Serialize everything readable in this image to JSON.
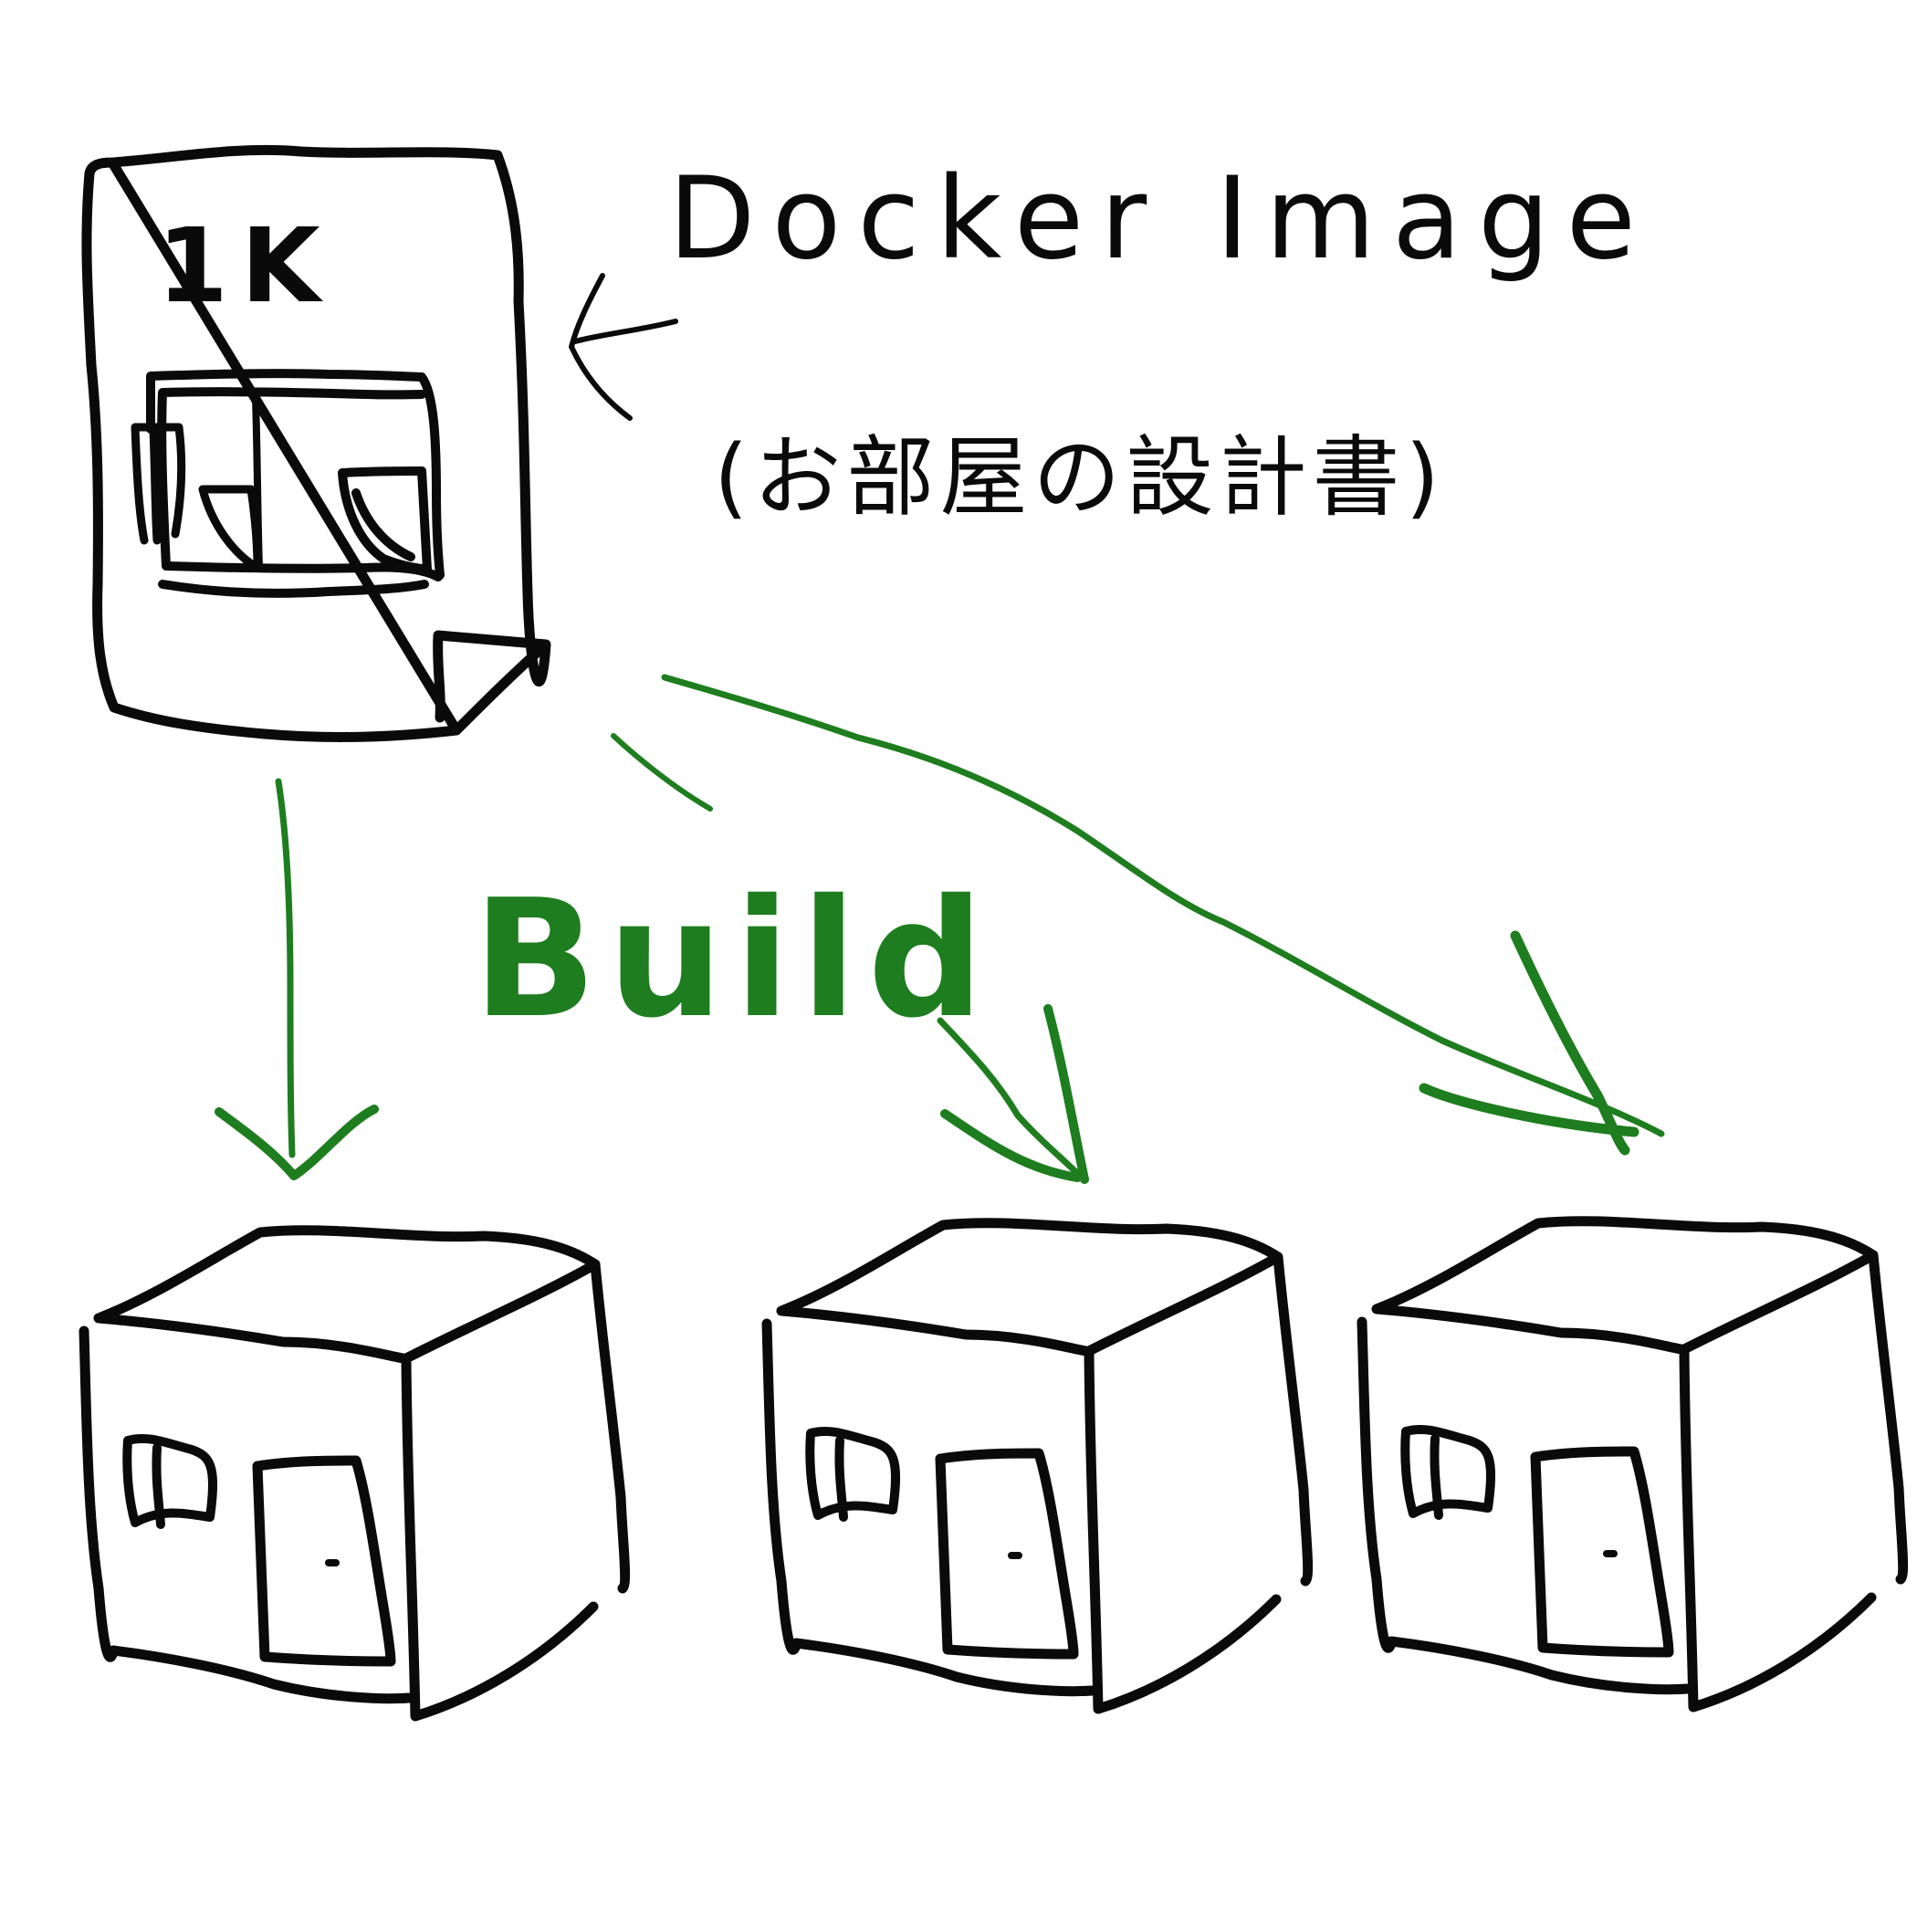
{
  "plan": {
    "label": "1K"
  },
  "image_label": {
    "title": "Docker Image",
    "subtitle": "(お部屋の設計書)"
  },
  "build_label": "Build",
  "colors": {
    "ink": "#0a0a0a",
    "build_green": "#1e7d1e",
    "background": "#ffffff"
  }
}
